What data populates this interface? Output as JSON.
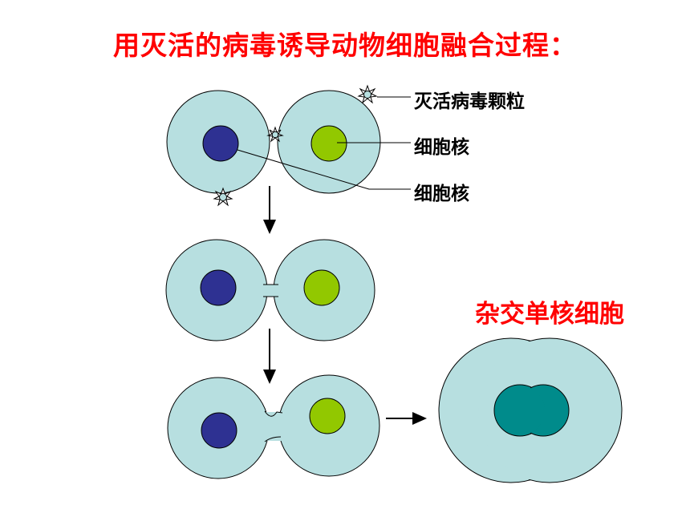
{
  "title": "用灭活的病毒诱导动物细胞融合过程：",
  "labels": {
    "virus": "灭活病毒颗粒",
    "nucleus_1": "细胞核",
    "nucleus_2": "细胞核",
    "hybrid_cell": "杂交单核细胞"
  },
  "colors": {
    "title": "#ff0000",
    "cytoplasm": "#b7dfe0",
    "nucleus_blue": "#2e3192",
    "nucleus_green": "#92c800",
    "nucleus_teal": "#008b8b",
    "virus": "#b7dfe0"
  }
}
